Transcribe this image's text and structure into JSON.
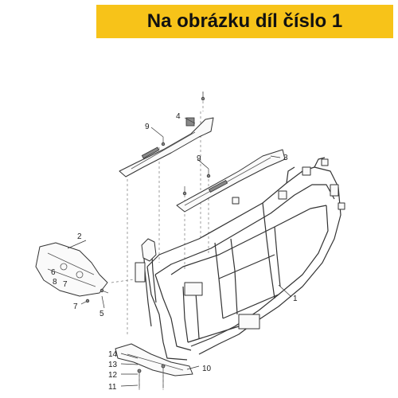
{
  "header": {
    "title": "Na obrázku díl číslo 1",
    "accent_color": "#f7c319"
  },
  "diagram": {
    "callouts": {
      "c1": "1",
      "c2": "2",
      "c3": "3",
      "c4": "4",
      "c5": "5",
      "c6": "6",
      "c7a": "7",
      "c7b": "7",
      "c8": "8",
      "c9a": "9",
      "c9b": "9",
      "c10": "10",
      "c11": "11",
      "c12": "12",
      "c13": "13",
      "c14": "14"
    }
  }
}
